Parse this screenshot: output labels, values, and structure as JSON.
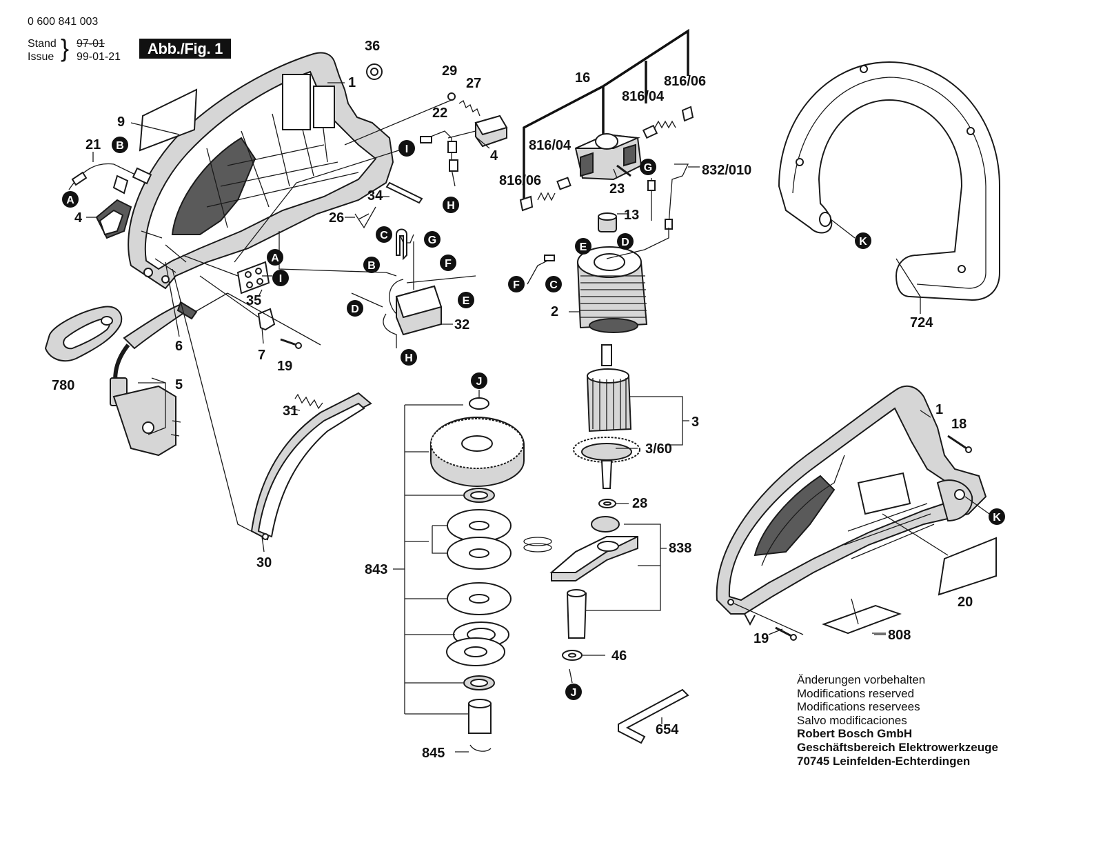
{
  "header": {
    "doc_number": "0 600 841 003",
    "stand_label": "Stand",
    "issue_label": "Issue",
    "stand_date": "97-01",
    "issue_date": "99-01-21",
    "figure_label": "Abb./Fig. 1"
  },
  "notes": {
    "modifications": [
      "Änderungen vorbehalten",
      "Modifications reserved",
      "Modifications reservees",
      "Salvo modificaciones"
    ],
    "company": [
      "Robert Bosch GmbH",
      "Geschäftsbereich Elektrowerkzeuge",
      "70745 Leinfelden-Echterdingen"
    ]
  },
  "part_numbers": [
    "36",
    "1",
    "9",
    "21",
    "4",
    "29",
    "27",
    "22",
    "4",
    "34",
    "26",
    "35",
    "6",
    "5",
    "780",
    "7",
    "19",
    "31",
    "30",
    "32",
    "16",
    "816/06",
    "816/04",
    "816/04",
    "816/06",
    "23",
    "832/010",
    "13",
    "2",
    "3",
    "3/60",
    "28",
    "838",
    "843",
    "46",
    "845",
    "654",
    "724",
    "1",
    "18",
    "20",
    "19",
    "808"
  ],
  "connection_markers": [
    "B",
    "A",
    "I",
    "H",
    "C",
    "G",
    "A",
    "I",
    "B",
    "F",
    "D",
    "E",
    "H",
    "G",
    "D",
    "C",
    "F",
    "E",
    "J",
    "J",
    "K",
    "K"
  ]
}
